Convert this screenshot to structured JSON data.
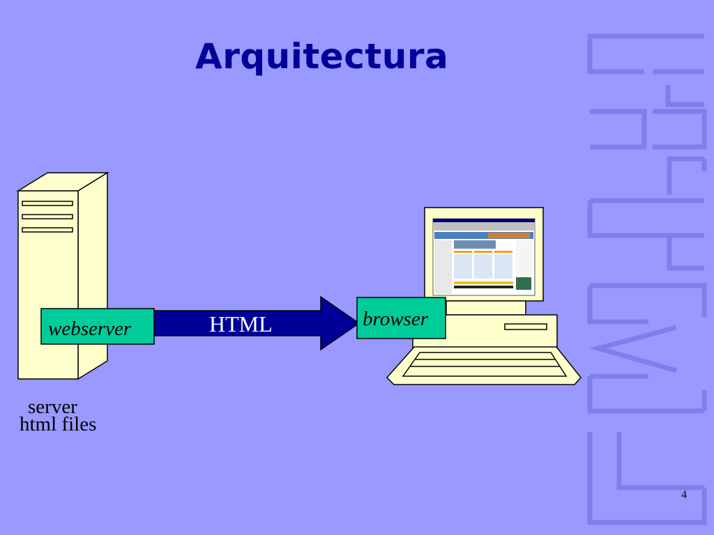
{
  "slide": {
    "title": "Arquitectura",
    "page_number": "4",
    "watermark": "HTML"
  },
  "diagram": {
    "server_box_label": "webserver",
    "arrow_label": "HTML",
    "browser_box_label": "browser",
    "server_caption_line1": "server",
    "server_caption_line2": "html files"
  },
  "colors": {
    "background": "#9999ff",
    "title": "#000099",
    "box_fill": "#00cc99",
    "arrow_fill": "#000099",
    "device_fill": "#ffffcc",
    "watermark": "#7f7fea"
  }
}
